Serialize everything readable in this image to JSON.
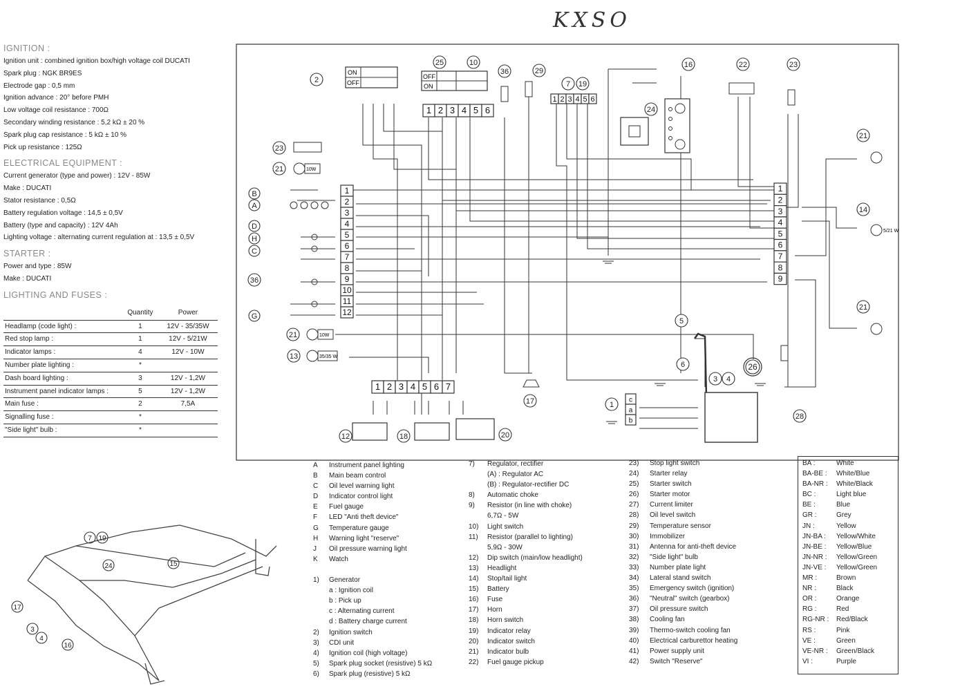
{
  "header_handwriting": "KXSO",
  "specs": {
    "ignition": {
      "heading": "IGNITION :",
      "lines": [
        "Ignition unit : combined ignition box/high voltage coil DUCATI",
        "Spark plug : NGK BR9ES",
        "Electrode gap : 0,5 mm",
        "Ignition advance : 20° before PMH",
        "Low voltage coil resistance : 700Ω",
        "Secondary winding resistance : 5,2 kΩ ± 20 %",
        "Spark plug cap resistance : 5 kΩ ± 10 %",
        "Pick up resistance : 125Ω"
      ]
    },
    "electrical": {
      "heading": "ELECTRICAL EQUIPMENT :",
      "lines": [
        "Current generator (type and power) : 12V - 85W",
        "Make : DUCATI",
        "Stator resistance : 0,5Ω",
        "Battery regulation voltage : 14,5 ± 0,5V",
        "Battery (type and capacity) : 12V 4Ah",
        "Lighting voltage : alternating current regulation at : 13,5 ± 0,5V"
      ]
    },
    "starter": {
      "heading": "STARTER :",
      "lines": [
        "Power and type : 85W",
        "Make : DUCATI"
      ]
    },
    "lighting": {
      "heading": "LIGHTING AND FUSES :",
      "col_quantity": "Quantity",
      "col_power": "Power",
      "rows": [
        [
          "Headlamp (code light) :",
          "1",
          "12V - 35/35W"
        ],
        [
          "Red stop lamp :",
          "1",
          "12V - 5/21W"
        ],
        [
          "Indicator lamps :",
          "4",
          "12V - 10W"
        ],
        [
          "Number plate lighting :",
          "*",
          ""
        ],
        [
          "Dash board lighting :",
          "3",
          "12V - 1,2W"
        ],
        [
          "Instrument panel indicator lamps :",
          "5",
          "12V - 1,2W"
        ],
        [
          "Main fuse :",
          "2",
          "7,5A"
        ],
        [
          "Signalling fuse :",
          "*",
          ""
        ],
        [
          "\"Side light\" bulb :",
          "*",
          ""
        ]
      ]
    }
  },
  "legend_letters": [
    [
      "A",
      "Instrument panel lighting"
    ],
    [
      "B",
      "Main beam control"
    ],
    [
      "C",
      "Oil level warning light"
    ],
    [
      "D",
      "Indicator control light"
    ],
    [
      "E",
      "Fuel gauge"
    ],
    [
      "F",
      "LED \"Anti theft device\""
    ],
    [
      "G",
      "Temperature gauge"
    ],
    [
      "H",
      "Warning light \"reserve\""
    ],
    [
      "J",
      "Oil pressure warning light"
    ],
    [
      "K",
      "Watch"
    ],
    [
      "",
      ""
    ],
    [
      "1)",
      "Generator"
    ],
    [
      "",
      "a : Ignition coil"
    ],
    [
      "",
      "b : Pick up"
    ],
    [
      "",
      "c : Alternating current"
    ],
    [
      "",
      "d : Battery charge current"
    ],
    [
      "2)",
      "Ignition switch"
    ],
    [
      "3)",
      "CDI unit"
    ],
    [
      "4)",
      "Ignition coil (high voltage)"
    ],
    [
      "5)",
      "Spark plug socket (resistive) 5 kΩ"
    ],
    [
      "6)",
      "Spark plug (resistive) 5 kΩ"
    ]
  ],
  "legend_mid": [
    [
      "7)",
      "Regulator, rectifier"
    ],
    [
      "",
      "(A) : Regulator AC"
    ],
    [
      "",
      "(B) : Regulator-rectifier DC"
    ],
    [
      "8)",
      "Automatic choke"
    ],
    [
      "9)",
      "Resistor (in line with choke)"
    ],
    [
      "",
      "6,7Ω - 5W"
    ],
    [
      "10)",
      "Light switch"
    ],
    [
      "11)",
      "Resistor (parallel to lighting)"
    ],
    [
      "",
      "5,9Ω - 30W"
    ],
    [
      "12)",
      "Dip switch (main/low headlight)"
    ],
    [
      "13)",
      "Headlight"
    ],
    [
      "14)",
      "Stop/tail light"
    ],
    [
      "15)",
      "Battery"
    ],
    [
      "16)",
      "Fuse"
    ],
    [
      "17)",
      "Horn"
    ],
    [
      "18)",
      "Horn switch"
    ],
    [
      "19)",
      "Indicator relay"
    ],
    [
      "20)",
      "Indicator switch"
    ],
    [
      "21)",
      "Indicator bulb"
    ],
    [
      "22)",
      "Fuel gauge pickup"
    ]
  ],
  "legend_right": [
    [
      "23)",
      "Stop light switch"
    ],
    [
      "24)",
      "Starter relay"
    ],
    [
      "25)",
      "Starter switch"
    ],
    [
      "26)",
      "Starter motor"
    ],
    [
      "27)",
      "Current limiter"
    ],
    [
      "28)",
      "Oil level switch"
    ],
    [
      "29)",
      "Temperature sensor"
    ],
    [
      "30)",
      "Immobilizer"
    ],
    [
      "31)",
      "Antenna for anti-theft device"
    ],
    [
      "32)",
      "\"Side light\" bulb"
    ],
    [
      "33)",
      "Number plate light"
    ],
    [
      "34)",
      "Lateral stand switch"
    ],
    [
      "35)",
      "Emergency switch (ignition)"
    ],
    [
      "36)",
      "\"Neutral\" switch (gearbox)"
    ],
    [
      "37)",
      "Oil pressure switch"
    ],
    [
      "38)",
      "Cooling fan"
    ],
    [
      "39)",
      "Thermo-switch cooling fan"
    ],
    [
      "40)",
      "Electrical carburettor heating"
    ],
    [
      "41)",
      "Power supply unit"
    ],
    [
      "42)",
      "Switch \"Reserve\""
    ]
  ],
  "color_codes": [
    [
      "BA :",
      "White"
    ],
    [
      "BA-BE :",
      "White/Blue"
    ],
    [
      "BA-NR :",
      "White/Black"
    ],
    [
      "BC :",
      "Light blue"
    ],
    [
      "BE :",
      "Blue"
    ],
    [
      "GR :",
      "Grey"
    ],
    [
      "JN :",
      "Yellow"
    ],
    [
      "JN-BA :",
      "Yellow/White"
    ],
    [
      "JN-BE :",
      "Yellow/Blue"
    ],
    [
      "JN-NR :",
      "Yellow/Green"
    ],
    [
      "JN-VE :",
      "Yellow/Green"
    ],
    [
      "MR :",
      "Brown"
    ],
    [
      "NR :",
      "Black"
    ],
    [
      "OR :",
      "Orange"
    ],
    [
      "RG :",
      "Red"
    ],
    [
      "RG-NR :",
      "Red/Black"
    ],
    [
      "RS :",
      "Pink"
    ],
    [
      "VE :",
      "Green"
    ],
    [
      "VE-NR :",
      "Green/Black"
    ],
    [
      "VI :",
      "Purple"
    ]
  ],
  "diagram": {
    "component_numbers": [
      "2",
      "25",
      "10",
      "36",
      "29",
      "7",
      "19",
      "16",
      "22",
      "23",
      "24",
      "15",
      "23",
      "21",
      "21",
      "14",
      "21",
      "13",
      "5",
      "6",
      "3",
      "4",
      "26",
      "17",
      "1",
      "12",
      "18",
      "20",
      "28",
      "36"
    ],
    "left_letters": [
      "B",
      "A",
      "D",
      "H",
      "C",
      "36",
      "G"
    ],
    "switch_labels": {
      "on": "ON",
      "off": "OFF"
    },
    "connector_12": [
      "1",
      "2",
      "3",
      "4",
      "5",
      "6",
      "7",
      "8",
      "9",
      "10",
      "11",
      "12"
    ],
    "connector_9": [
      "1",
      "2",
      "3",
      "4",
      "5",
      "6",
      "7",
      "8",
      "9"
    ],
    "connector_6": [
      "1",
      "2",
      "3",
      "4",
      "5",
      "6"
    ],
    "connector_7": [
      "1",
      "2",
      "3",
      "4",
      "5",
      "6",
      "7"
    ],
    "connector_reg": [
      "1",
      "2",
      "3",
      "4",
      "5",
      "6"
    ],
    "gen_labels": [
      "c",
      "a",
      "b"
    ],
    "bulb_10w": "10W",
    "bulb_3535": "35/35 W",
    "bulb_521": "5/21 W",
    "frame_labels": [
      "7",
      "19",
      "24",
      "15",
      "17",
      "3",
      "4",
      "16"
    ]
  }
}
